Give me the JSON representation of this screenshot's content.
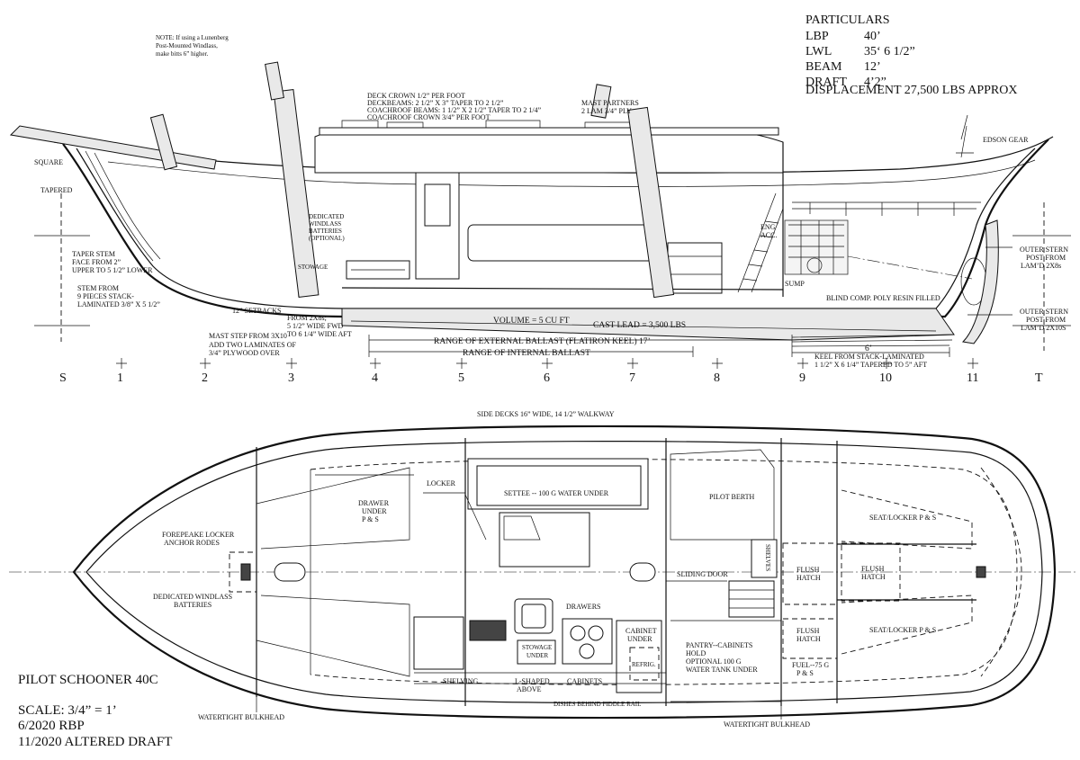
{
  "particulars": {
    "heading": "PARTICULARS",
    "rows": [
      {
        "label": "LBP",
        "value": "40’"
      },
      {
        "label": "LWL",
        "value": "35‘ 6 1/2”"
      },
      {
        "label": "BEAM",
        "value": "12’"
      },
      {
        "label": "DRAFT",
        "value": "4’2”"
      }
    ],
    "displacement": "DISPLACEMENT  27,500 LBS APPROX"
  },
  "profile": {
    "note_windlass": [
      "NOTE: If using a Lunenberg",
      "Post-Mounted Windlass,",
      "make bitts 6” higher."
    ],
    "deck_notes": [
      "DECK CROWN 1/2” PER FOOT",
      "DECKBEAMS: 2 1/2” X 3” TAPER TO 2 1/2”",
      "COACHROOF BEAMS: 1 1/2” X 2 1/2” TAPER TO 2 1/4”",
      "COACHROOF CROWN 3/4” PER FOOT"
    ],
    "mast_partners": [
      "MAST PARTNERS",
      "2 LAM 3/4” PLY"
    ],
    "edson_gear": "EDSON GEAR",
    "square": "SQUARE",
    "tapered": "TAPERED",
    "taper_stem": [
      "TAPER STEM",
      "FACE FROM 2”",
      "UPPER TO 5 1/2” LOWER"
    ],
    "stem_from": [
      "STEM FROM",
      "9 PIECES STACK-",
      "LAMINATED 3/8” X 5 1/2”"
    ],
    "setbacks": "12” SETBACKS",
    "from_2x8": [
      "FROM 2X8s;",
      "5 1/2” WIDE FWD",
      "TO 6 1/4” WIDE AFT"
    ],
    "mast_step": [
      "MAST STEP FROM 3X10",
      "ADD TWO LAMINATES OF",
      "3/4” PLYWOOD OVER"
    ],
    "windlass_batteries": [
      "DEDICATED",
      "WINDLASS",
      "BATTERIES",
      "(OPTIONAL)"
    ],
    "stowage": "STOWAGE",
    "eng_acc": [
      "ENG",
      "ACC."
    ],
    "sump": "SUMP",
    "blind_comp": "BLIND COMP. POLY RESIN FILLED",
    "volume": "VOLUME = 5 CU FT",
    "cast_lead": "CAST LEAD = 3,500 LBS",
    "ext_ballast": "RANGE OF EXTERNAL BALLAST (FLATIRON KEEL) 17’",
    "int_ballast": "RANGE OF INTERNAL BALLAST",
    "keel_6": "6’",
    "keel_note": [
      "KEEL FROM STACK-LAMINATED",
      "1 1/2” X 6 1/4” TAPERED TO 5” AFT"
    ],
    "outer_stern_1": [
      "OUTER STERN",
      "POST FROM",
      "LAM’D 2X8s"
    ],
    "outer_stern_2": [
      "OUTER STERN",
      "POST FROM",
      "LAM’D 2X10S"
    ],
    "stations": [
      "S",
      "1",
      "2",
      "3",
      "4",
      "5",
      "6",
      "7",
      "8",
      "9",
      "10",
      "11",
      "T"
    ]
  },
  "plan": {
    "side_decks": "SIDE DECKS 16” WIDE, 14 1/2” WALKWAY",
    "forepeak": [
      "FOREPEAKE LOCKER",
      "ANCHOR RODES"
    ],
    "windlass_batt": [
      "DEDICATED WINDLASS",
      "BATTERIES"
    ],
    "drawer_under": [
      "DRAWER",
      "UNDER",
      "P & S"
    ],
    "locker": "LOCKER",
    "settee": "SETTEE -- 100 G WATER UNDER",
    "pilot_berth": "PILOT BERTH",
    "sliding_door": "SLIDING DOOR",
    "shelves": "SHELVES",
    "flush_hatch": [
      "FLUSH",
      "HATCH"
    ],
    "seat_locker": "SEAT/LOCKER P & S",
    "drawers": "DRAWERS",
    "stowage_under": [
      "STOWAGE",
      "UNDER"
    ],
    "cabinet_under": [
      "CABINET",
      "UNDER"
    ],
    "refrig": "REFRIG.",
    "pantry": [
      "PANTRY--CABINETS",
      "HOLD",
      "OPTIONAL 100 G",
      "WATER TANK UNDER"
    ],
    "fuel": [
      "FUEL--75 G",
      "P & S"
    ],
    "shelving": "SHELVING",
    "l_shaped": [
      "L-SHAPED",
      "ABOVE"
    ],
    "cabinets": "CABINETS",
    "dishes": "DISHES BEHIND FIDDLE RAIL",
    "bulkhead_1": "WATERTIGHT BULKHEAD",
    "bulkhead_2": "WATERTIGHT BULKHEAD"
  },
  "title_block": {
    "name": "PILOT SCHOONER 40C",
    "scale": "SCALE: 3/4” = 1’",
    "date_author": "6/2020     RBP",
    "revision": "11/2020  ALTERED DRAFT"
  }
}
